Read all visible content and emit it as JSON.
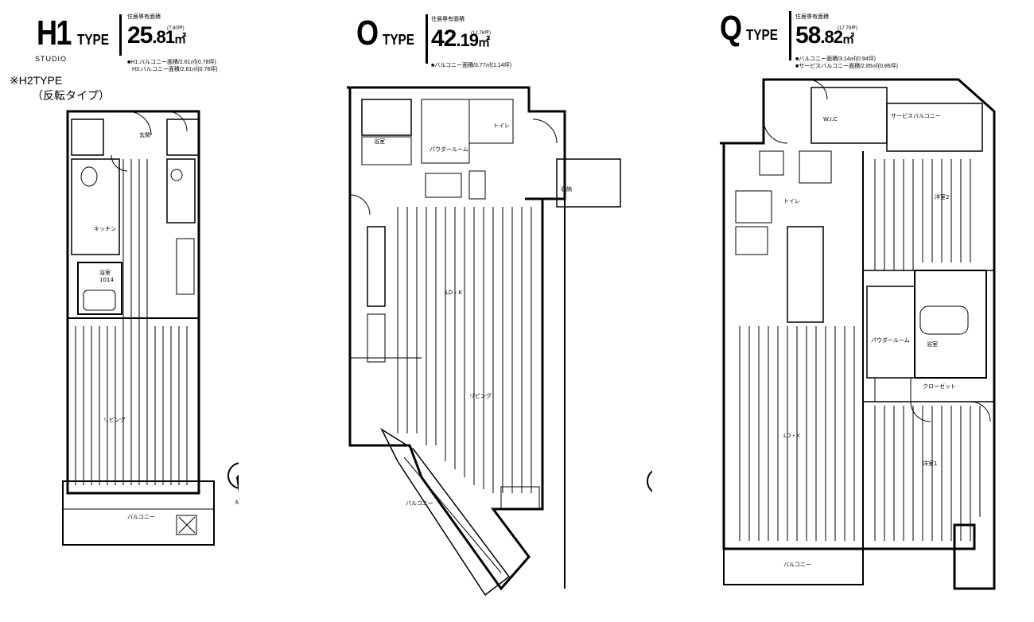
{
  "plans": [
    {
      "type_letter": "H1",
      "type_word": "TYPE",
      "subtitle": "STUDIO",
      "area_int": "25",
      "area_dec": ".81",
      "area_unit": "㎡",
      "area_label": "住居専有面積",
      "tsubo": "(7.80坪)",
      "note1": "■H1:バルコニー面積/2.61㎡(0.78坪)",
      "note2": "H3:バルコニー面積/2.61㎡(0.78坪)",
      "remark1": "※H2TYPE",
      "remark2": "（反転タイプ）"
    },
    {
      "type_letter": "O",
      "type_word": "TYPE",
      "area_int": "42",
      "area_dec": ".19",
      "area_unit": "㎡",
      "area_label": "住居専有面積",
      "tsubo": "(12.76坪)",
      "note1": "■バルコニー面積/3.77㎡(1.14坪)"
    },
    {
      "type_letter": "Q",
      "type_word": "TYPE",
      "area_int": "58",
      "area_dec": ".82",
      "area_unit": "㎡",
      "area_label": "住居専有面積",
      "tsubo": "(17.79坪)",
      "note1": "■バルコニー面積/3.14㎡(0.94坪)",
      "note2": "■サービスバルコニー面積/2.85㎡(0.86坪)"
    }
  ],
  "compass_letter": "N",
  "rooms": {
    "entrance": "玄関",
    "bath": "浴室",
    "bath_size": "1014",
    "kitchen": "キッチン",
    "powder": "パウダールーム",
    "balcony": "バルコニー",
    "wic": "W.I.C",
    "ldk": "LD・K",
    "living": "リビング",
    "toilet": "トイレ",
    "storage": "収納",
    "service_balcony": "サービスバルコニー",
    "closet": "クローゼット",
    "western1": "洋室1",
    "western2": "洋室2"
  }
}
